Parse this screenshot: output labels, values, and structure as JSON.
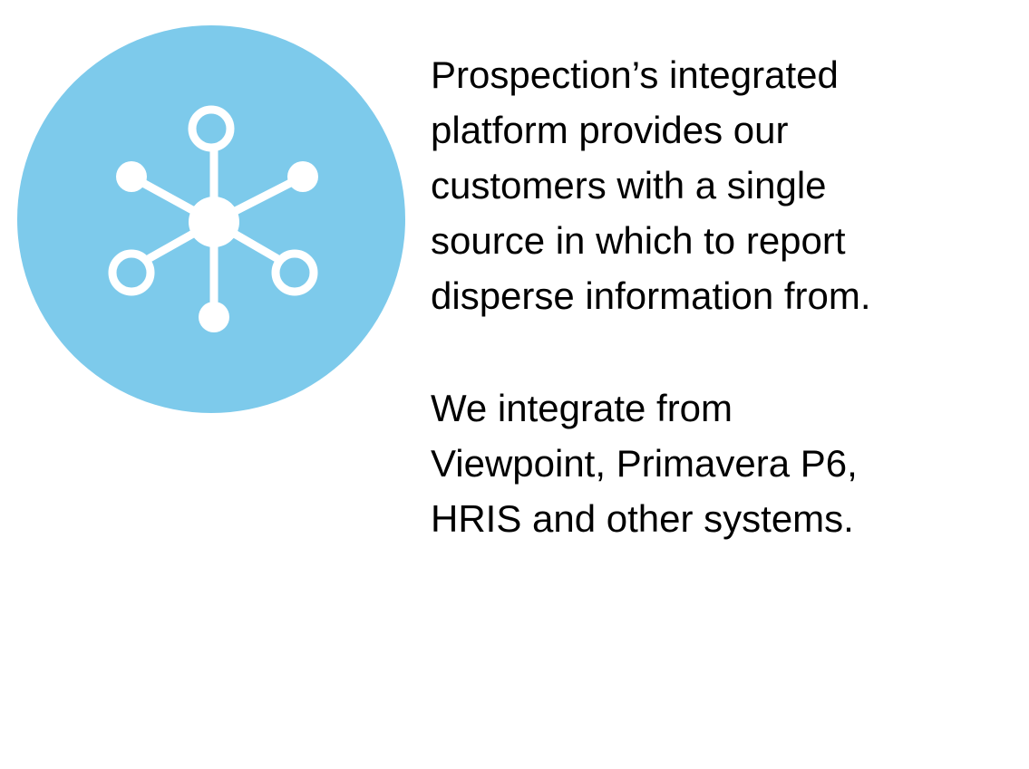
{
  "colors": {
    "badge_fill": "#7dcaeb",
    "icon_stroke": "#ffffff",
    "text": "#000000",
    "background": "#ffffff"
  },
  "badge": {
    "icon": "network-hub-icon"
  },
  "content": {
    "paragraph_1": {
      "lines": [
        "Prospection’s integrated",
        "platform provides our",
        "customers with a single",
        "source in which to report",
        "disperse information from."
      ]
    },
    "paragraph_2": {
      "lines": [
        "We integrate from",
        "Viewpoint, Primavera P6,",
        "HRIS and other systems."
      ]
    }
  }
}
